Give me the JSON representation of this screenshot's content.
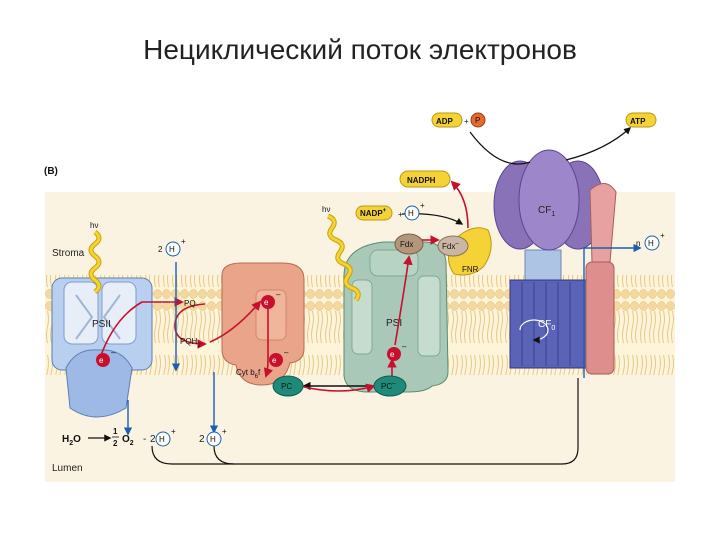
{
  "title": "Нециклический поток электронов",
  "panel_label": "(B)",
  "compartments": {
    "stroma": "Stroma",
    "lumen": "Lumen"
  },
  "light": {
    "symbol": "hν"
  },
  "complexes": {
    "psii": "PSII",
    "psi": "PSI",
    "cytb6f": "Cyt b",
    "cytb6f_sub": "6",
    "cytb6f_suffix": "f",
    "cf1": "CF",
    "cf1_sub": "1",
    "cf0": "CF",
    "cf0_sub": "0",
    "fnr": "FNR"
  },
  "carriers": {
    "pq": "PQ",
    "pqh2": "PQH",
    "pqh2_sub": "2",
    "pc1": "PC",
    "pc2": "PC",
    "pc2_sup": "–",
    "fdx": "Fdx",
    "fdx_red": "Fdx",
    "fdx_red_sup": "–",
    "electron": "e",
    "electron_sup": "–"
  },
  "molecules": {
    "adp": "ADP",
    "pi": "P",
    "atp": "ATP",
    "nadph": "NADPH",
    "nadp": "NADP",
    "nadp_sup": "+",
    "plus": "+",
    "h": "H",
    "h_sup": "+",
    "two": "2",
    "n": "n",
    "water": "H",
    "water_sub": "2",
    "water_end": "O",
    "o2_prefix": "1",
    "o2_den": "2",
    "o2": "O",
    "o2_sub": "2",
    "minus": "-"
  }
}
